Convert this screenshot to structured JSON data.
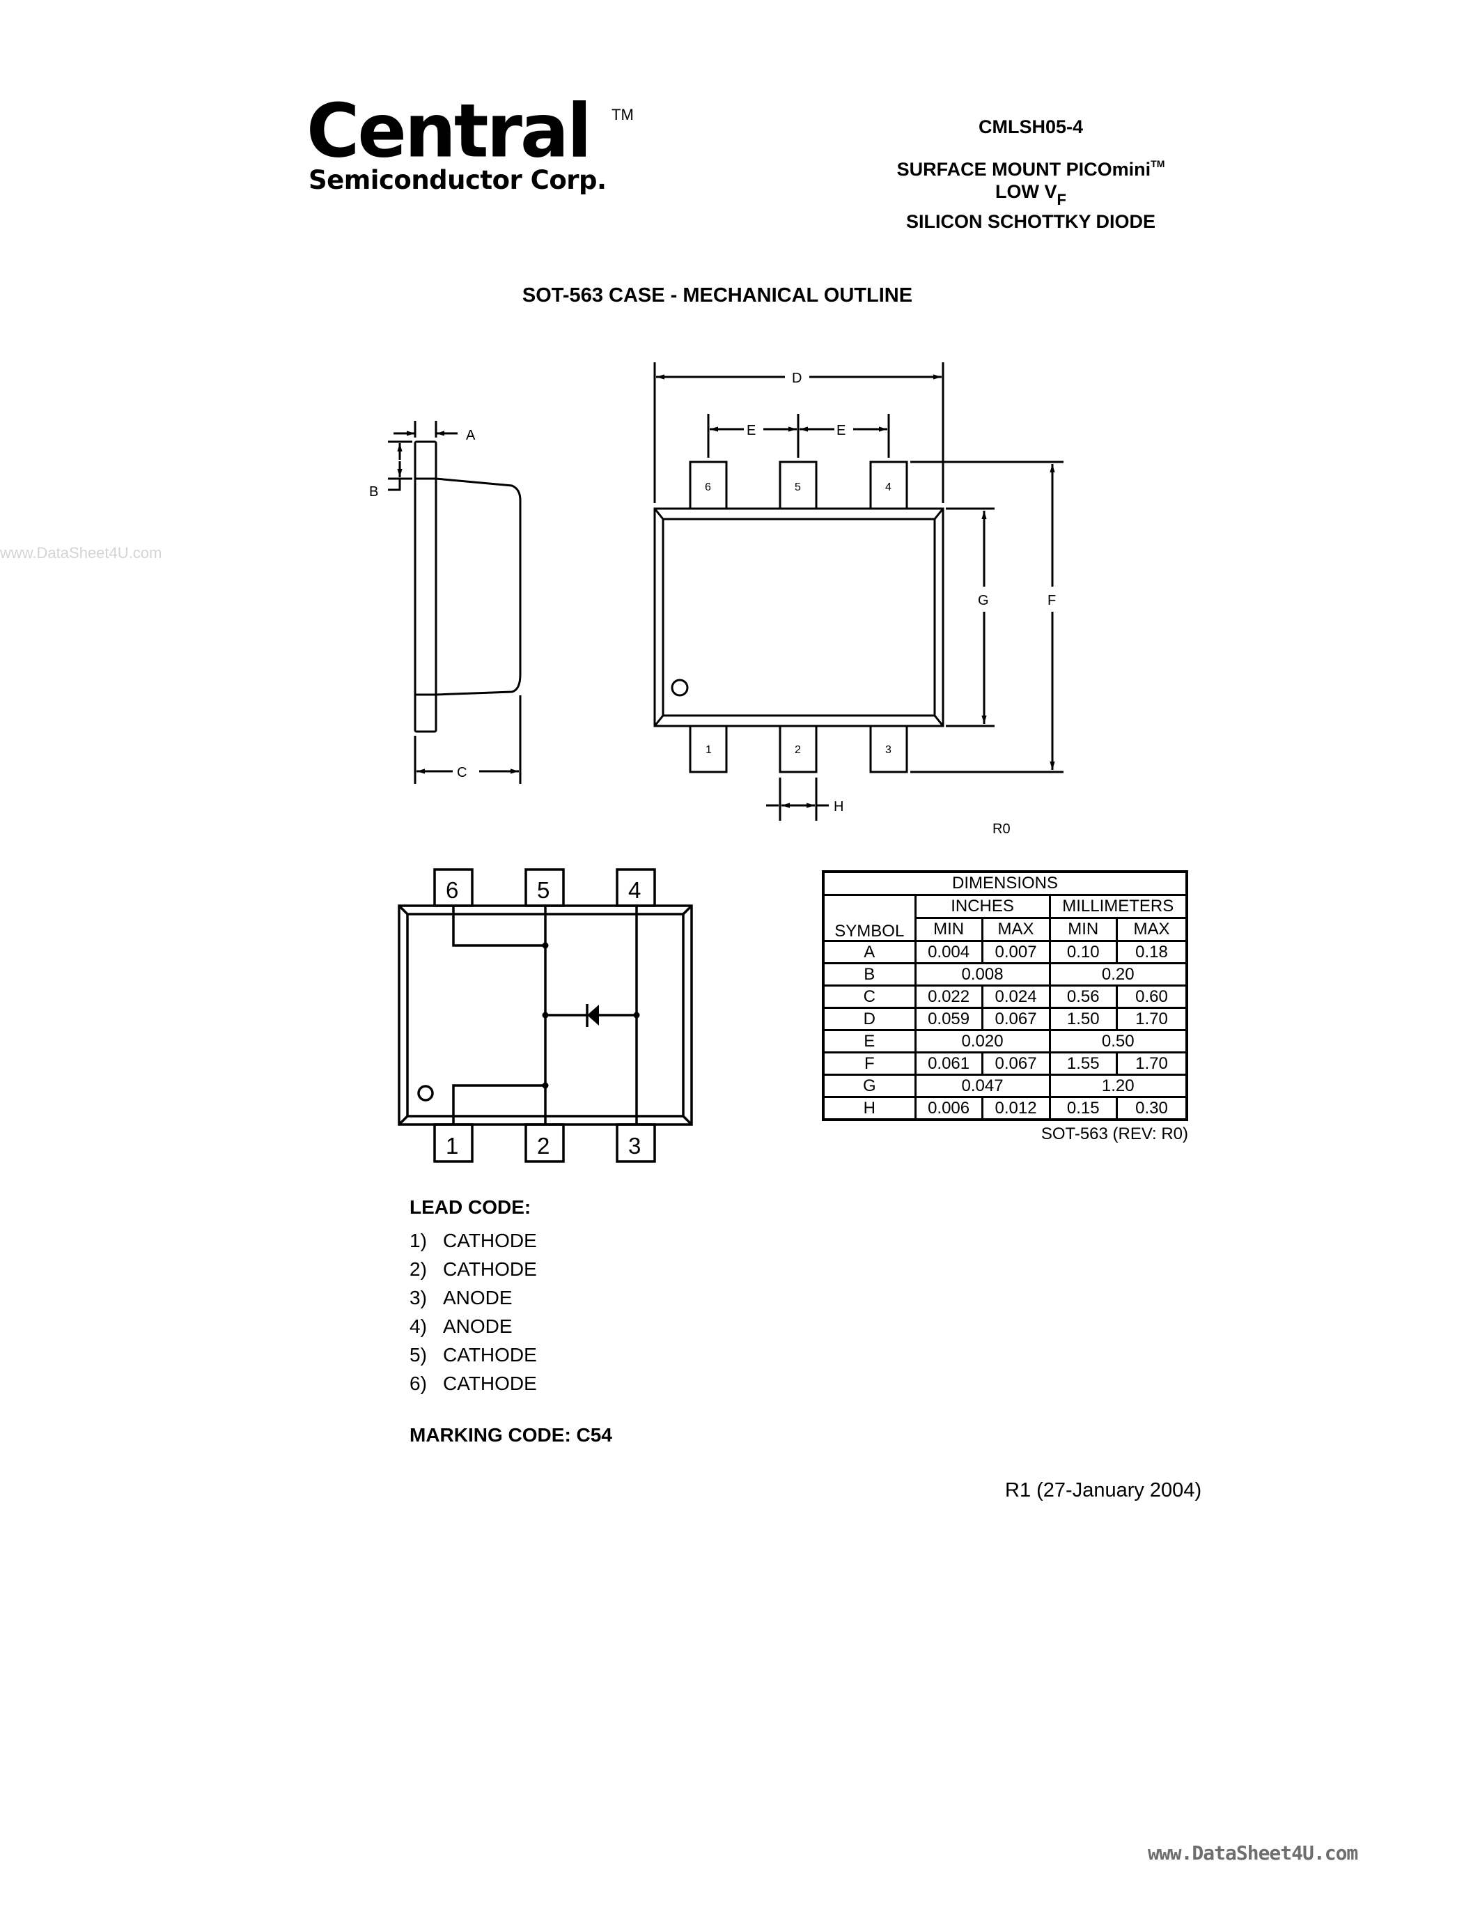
{
  "header": {
    "logo": {
      "name": "Central",
      "tm": "TM",
      "subtitle": "Semiconductor Corp."
    },
    "part_number": "CMLSH05-4",
    "line1": "SURFACE MOUNT PICOmini",
    "line1_tm": "TM",
    "line2_prefix": "LOW V",
    "line2_sub": "F",
    "line3": "SILICON SCHOTTKY DIODE"
  },
  "section_title": "SOT-563 CASE - MECHANICAL OUTLINE",
  "outline_drawing": {
    "dimension_labels": {
      "A": "A",
      "B": "B",
      "C": "C",
      "D": "D",
      "E1": "E",
      "E2": "E",
      "F": "F",
      "G": "G",
      "H": "H"
    },
    "top_pins": [
      "6",
      "5",
      "4"
    ],
    "bottom_pins": [
      "1",
      "2",
      "3"
    ],
    "revision": "R0"
  },
  "pinout_diagram": {
    "top_pins": [
      "6",
      "5",
      "4"
    ],
    "bottom_pins": [
      "1",
      "2",
      "3"
    ]
  },
  "dimensions_table": {
    "title": "DIMENSIONS",
    "group_headers": [
      "INCHES",
      "MILLIMETERS"
    ],
    "symbol_header": "SYMBOL",
    "sub_headers": [
      "MIN",
      "MAX",
      "MIN",
      "MAX"
    ],
    "rows": [
      {
        "symbol": "A",
        "in_min": "0.004",
        "in_max": "0.007",
        "mm_min": "0.10",
        "mm_max": "0.18"
      },
      {
        "symbol": "B",
        "in_nom": "0.008",
        "mm_nom": "0.20"
      },
      {
        "symbol": "C",
        "in_min": "0.022",
        "in_max": "0.024",
        "mm_min": "0.56",
        "mm_max": "0.60"
      },
      {
        "symbol": "D",
        "in_min": "0.059",
        "in_max": "0.067",
        "mm_min": "1.50",
        "mm_max": "1.70"
      },
      {
        "symbol": "E",
        "in_nom": "0.020",
        "mm_nom": "0.50"
      },
      {
        "symbol": "F",
        "in_min": "0.061",
        "in_max": "0.067",
        "mm_min": "1.55",
        "mm_max": "1.70"
      },
      {
        "symbol": "G",
        "in_nom": "0.047",
        "mm_nom": "1.20"
      },
      {
        "symbol": "H",
        "in_min": "0.006",
        "in_max": "0.012",
        "mm_min": "0.15",
        "mm_max": "0.30"
      }
    ],
    "caption": "SOT-563 (REV: R0)"
  },
  "lead_code": {
    "title": "LEAD CODE:",
    "items": [
      {
        "num": "1)",
        "label": "CATHODE"
      },
      {
        "num": "2)",
        "label": "CATHODE"
      },
      {
        "num": "3)",
        "label": "ANODE"
      },
      {
        "num": "4)",
        "label": "ANODE"
      },
      {
        "num": "5)",
        "label": "CATHODE"
      },
      {
        "num": "6)",
        "label": "CATHODE"
      }
    ]
  },
  "marking_code": "MARKING CODE: C54",
  "revision_note": "R1 (27-January 2004)",
  "watermarks": {
    "left": "www.DataSheet4U.com",
    "bottom_right": "www.DataSheet4U.com"
  }
}
